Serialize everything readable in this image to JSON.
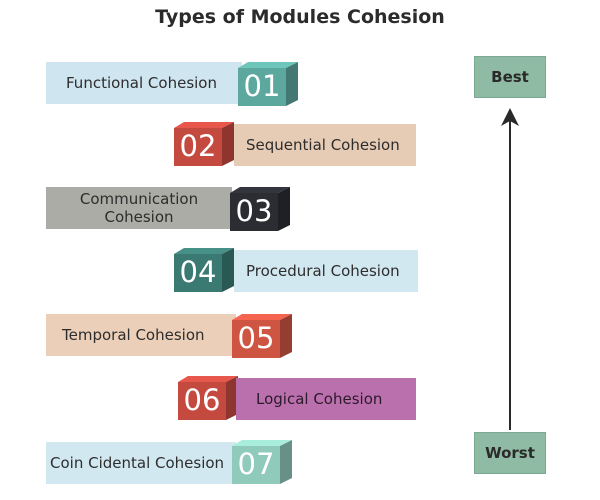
{
  "title": "Types of Modules Cohesion",
  "scale": {
    "best": "Best",
    "worst": "Worst"
  },
  "items": [
    {
      "num": "01",
      "label": "Functional Cohesion",
      "side": "left",
      "bar_color": "#cfe5ef",
      "cube_color": "#5da89e"
    },
    {
      "num": "02",
      "label": "Sequential Cohesion",
      "side": "right",
      "bar_color": "#e6cbb5",
      "cube_color": "#c44a40"
    },
    {
      "num": "03",
      "label": "Communication Cohesion",
      "side": "left",
      "bar_color": "#aaaca5",
      "cube_color": "#2b2d33"
    },
    {
      "num": "04",
      "label": "Procedural Cohesion",
      "side": "right",
      "bar_color": "#d2e8f1",
      "cube_color": "#3b7a72"
    },
    {
      "num": "05",
      "label": "Temporal Cohesion",
      "side": "left",
      "bar_color": "#ebcfb8",
      "cube_color": "#cf5543"
    },
    {
      "num": "06",
      "label": "Logical Cohesion",
      "side": "right",
      "bar_color": "#bb70ae",
      "cube_color": "#c44a40"
    },
    {
      "num": "07",
      "label": "Coin Cidental Cohesion",
      "side": "left",
      "bar_color": "#d2e8f1",
      "cube_color": "#8fcabb"
    }
  ]
}
